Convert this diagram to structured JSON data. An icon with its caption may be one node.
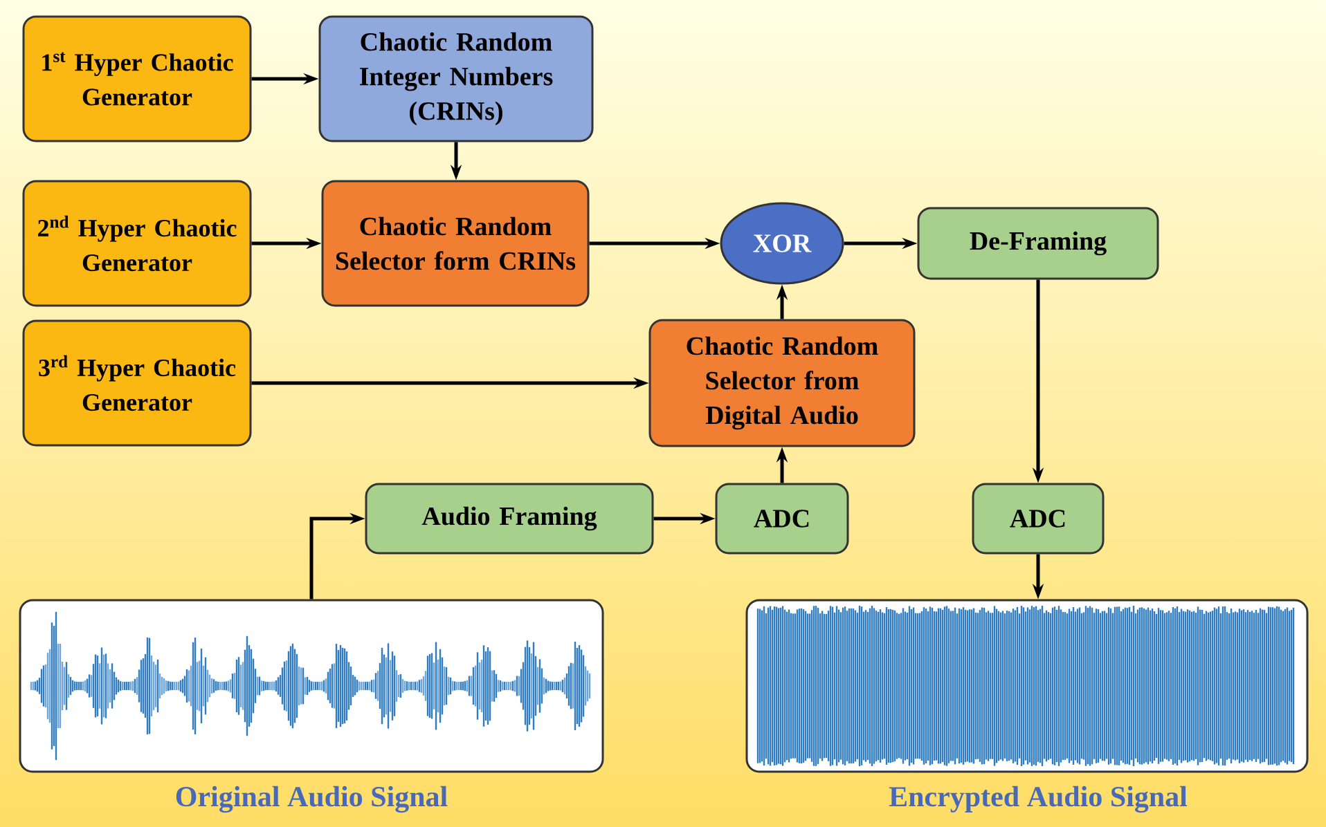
{
  "diagram": {
    "nodes": [
      {
        "text": [
          "1$^{st}$ Hyper Chaotic Generator"
        ]
      },
      {
        "text": [
          "Chaotic Random Integer Numbers (CRINs)"
        ]
      },
      {
        "text": [
          "2$^{nd}$ Hyper Chaotic Generator"
        ]
      },
      {
        "text": [
          "Chaotic Random Selector form CRINs"
        ]
      },
      {
        "text": [
          "XOR"
        ]
      },
      {
        "text": [
          "De-Framing"
        ]
      },
      {
        "text": [
          "3$^{rd}$ Hyper Chaotic Generator"
        ]
      },
      {
        "text": [
          "Chaotic Random Selector from Digital Audio"
        ]
      },
      {
        "text": [
          "Audio Framing"
        ]
      },
      {
        "text": [
          "ADC"
        ]
      },
      {
        "text": [
          "ADC"
        ]
      },
      {
        "text": [],
        "shape": "picture",
        "beside": [
          "Original Audio Signal"
        ]
      },
      {
        "text": [],
        "shape": "picture",
        "beside": [
          "Encrypted Audio Signal"
        ]
      }
    ],
    "edges": [
      {
        "from": 0,
        "to": 1,
        "arrow": "to"
      },
      {
        "from": 1,
        "to": 3,
        "arrow": "to"
      },
      {
        "from": 2,
        "to": 3,
        "arrow": "to"
      },
      {
        "from": 3,
        "to": 4,
        "arrow": "to"
      },
      {
        "from": 4,
        "to": 5,
        "arrow": "to"
      },
      {
        "from": 6,
        "to": 7,
        "arrow": "to"
      },
      {
        "from": 7,
        "to": 4,
        "arrow": "to"
      },
      {
        "from": 9,
        "to": 7,
        "arrow": "to"
      },
      {
        "from": 8,
        "to": 9,
        "arrow": "to"
      },
      {
        "from": 11,
        "to": 8,
        "arrow": "to"
      },
      {
        "from": 5,
        "to": 10,
        "arrow": "to"
      },
      {
        "from": 10,
        "to": 12,
        "arrow": "to"
      }
    ]
  }
}
